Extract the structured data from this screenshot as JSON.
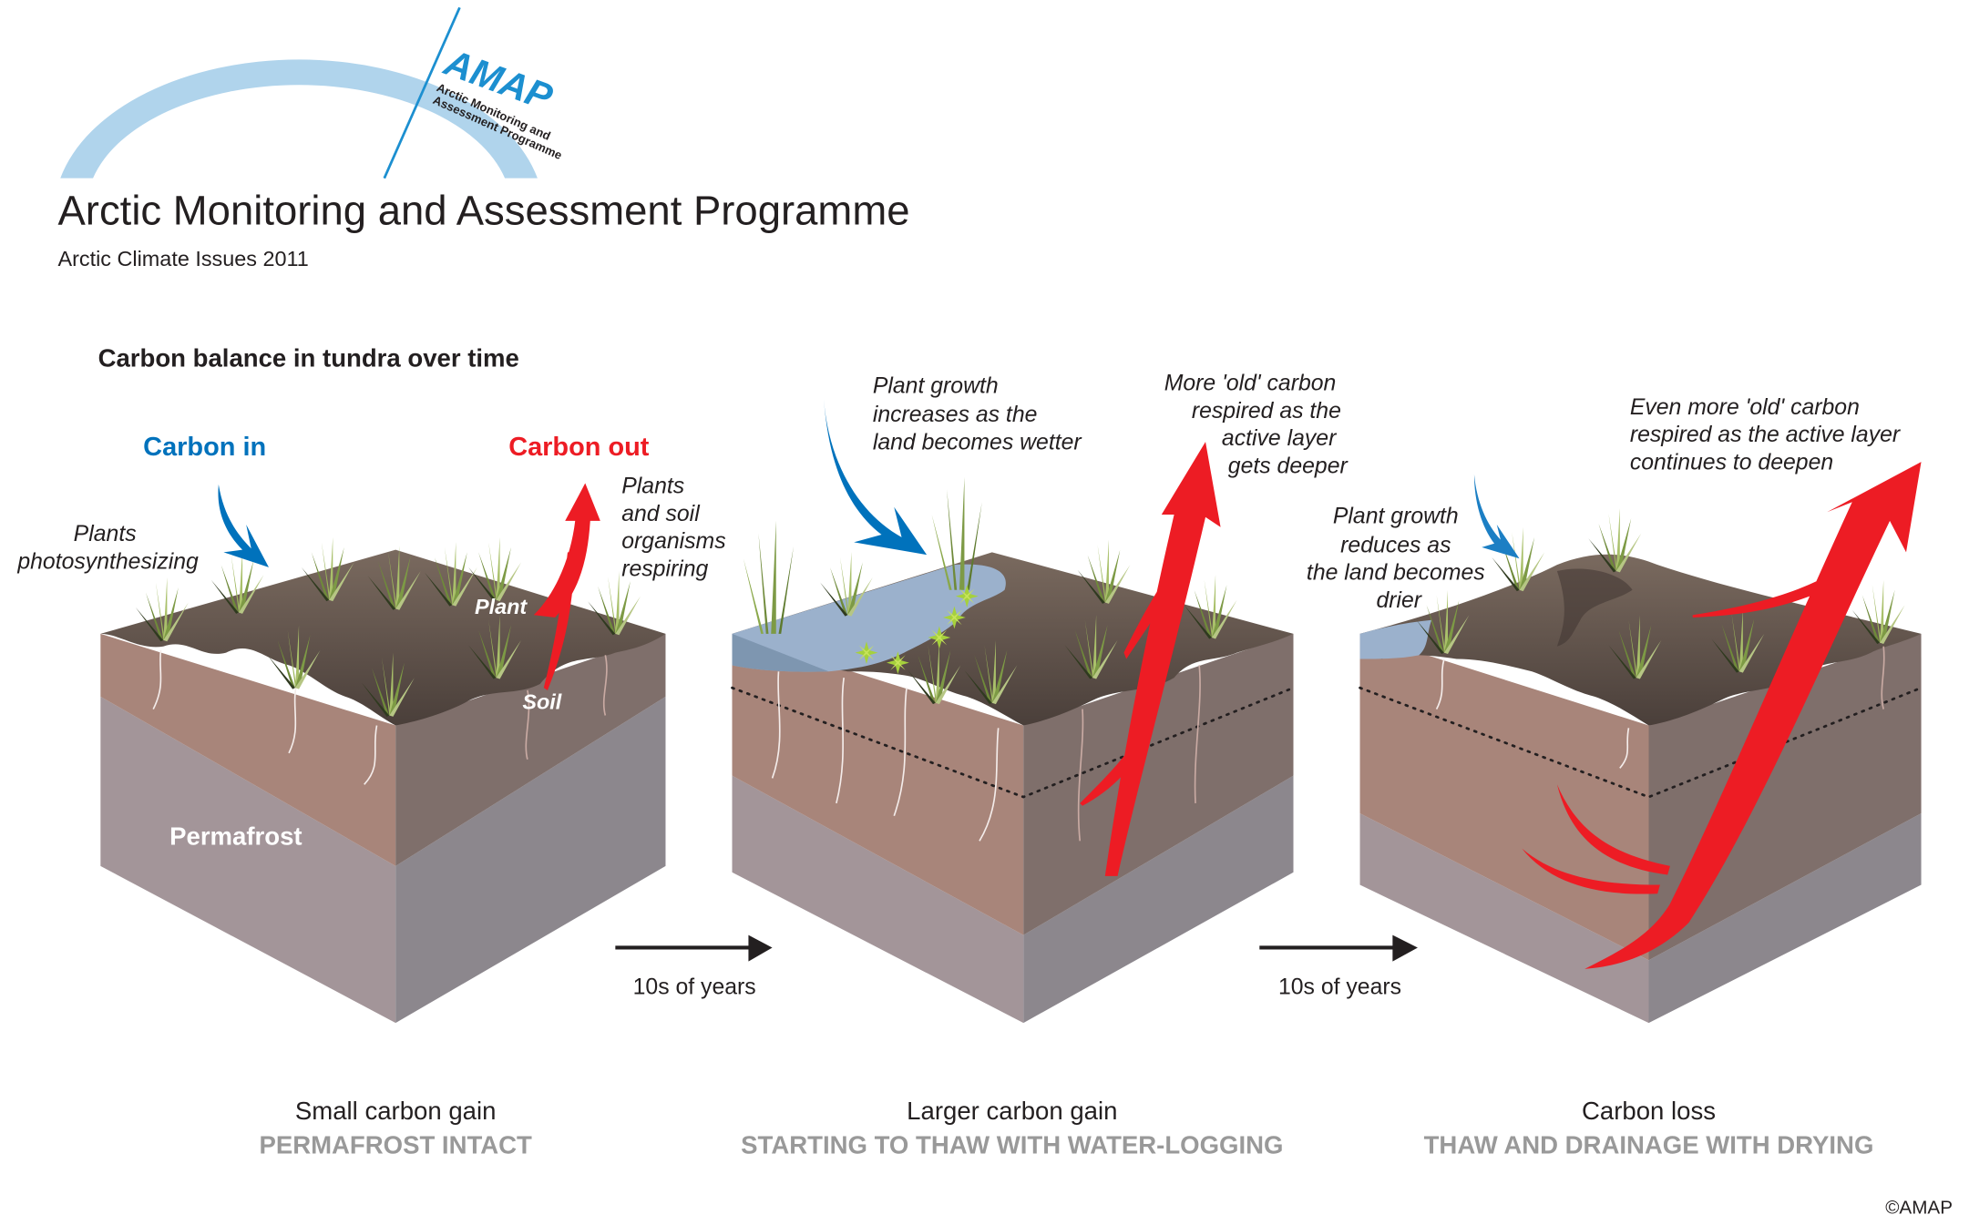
{
  "header": {
    "logo_text": "AMAP",
    "logo_subtext_line1": "Arctic Monitoring and",
    "logo_subtext_line2": "Assessment Programme",
    "title": "Arctic Monitoring and Assessment Programme",
    "subtitle": "Arctic Climate Issues 2011"
  },
  "figure": {
    "heading": "Carbon balance in tundra over time",
    "colors": {
      "carbon_in": "#0072bc",
      "carbon_out": "#ed1c24",
      "logo_arc": "#b0d4ec",
      "top_soil": "#5a4d46",
      "soil_left": "#a8857a",
      "soil_right": "#7f6f6b",
      "permafrost_left": "#a39599",
      "permafrost_right": "#8c878d",
      "water": "#9bb1cc",
      "grass": "#8aa84a",
      "caption_secondary": "#999999"
    },
    "panel1": {
      "carbon_in_label": "Carbon in",
      "carbon_out_label": "Carbon out",
      "note_in": [
        "Plants",
        "photosynthesizing"
      ],
      "note_out": [
        "Plants",
        "and soil",
        "organisms",
        "respiring"
      ],
      "plant_label": "Plant",
      "soil_label": "Soil",
      "permafrost_label": "Permafrost",
      "caption": "Small carbon gain",
      "subcaption": "PERMAFROST INTACT"
    },
    "panel2": {
      "note_in": [
        "Plant growth",
        "increases as the",
        "land becomes wetter"
      ],
      "note_out": [
        "More 'old' carbon",
        "respired as the",
        "active layer",
        "gets deeper"
      ],
      "caption": "Larger carbon gain",
      "subcaption": "STARTING TO THAW WITH WATER-LOGGING"
    },
    "panel3": {
      "note_in": [
        "Plant growth",
        "reduces as",
        "the land becomes",
        "drier"
      ],
      "note_out": [
        "Even more 'old' carbon",
        "respired as the active layer",
        "continues to deepen"
      ],
      "caption": "Carbon loss",
      "subcaption": "THAW AND DRAINAGE WITH DRYING"
    },
    "transitions": [
      {
        "label": "10s of years"
      },
      {
        "label": "10s of years"
      }
    ]
  },
  "footer": {
    "copyright": "©AMAP"
  }
}
